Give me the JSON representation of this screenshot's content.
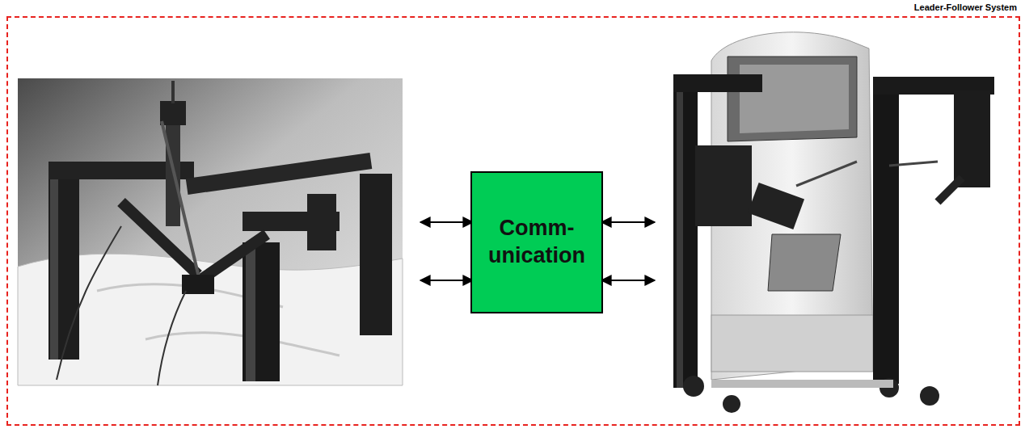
{
  "diagram": {
    "nodes": [
      {
        "text": [
          "Leader-Follower System"
        ]
      },
      {
        "text": [
          "Comm- unication"
        ],
        "in": 0
      }
    ]
  }
}
